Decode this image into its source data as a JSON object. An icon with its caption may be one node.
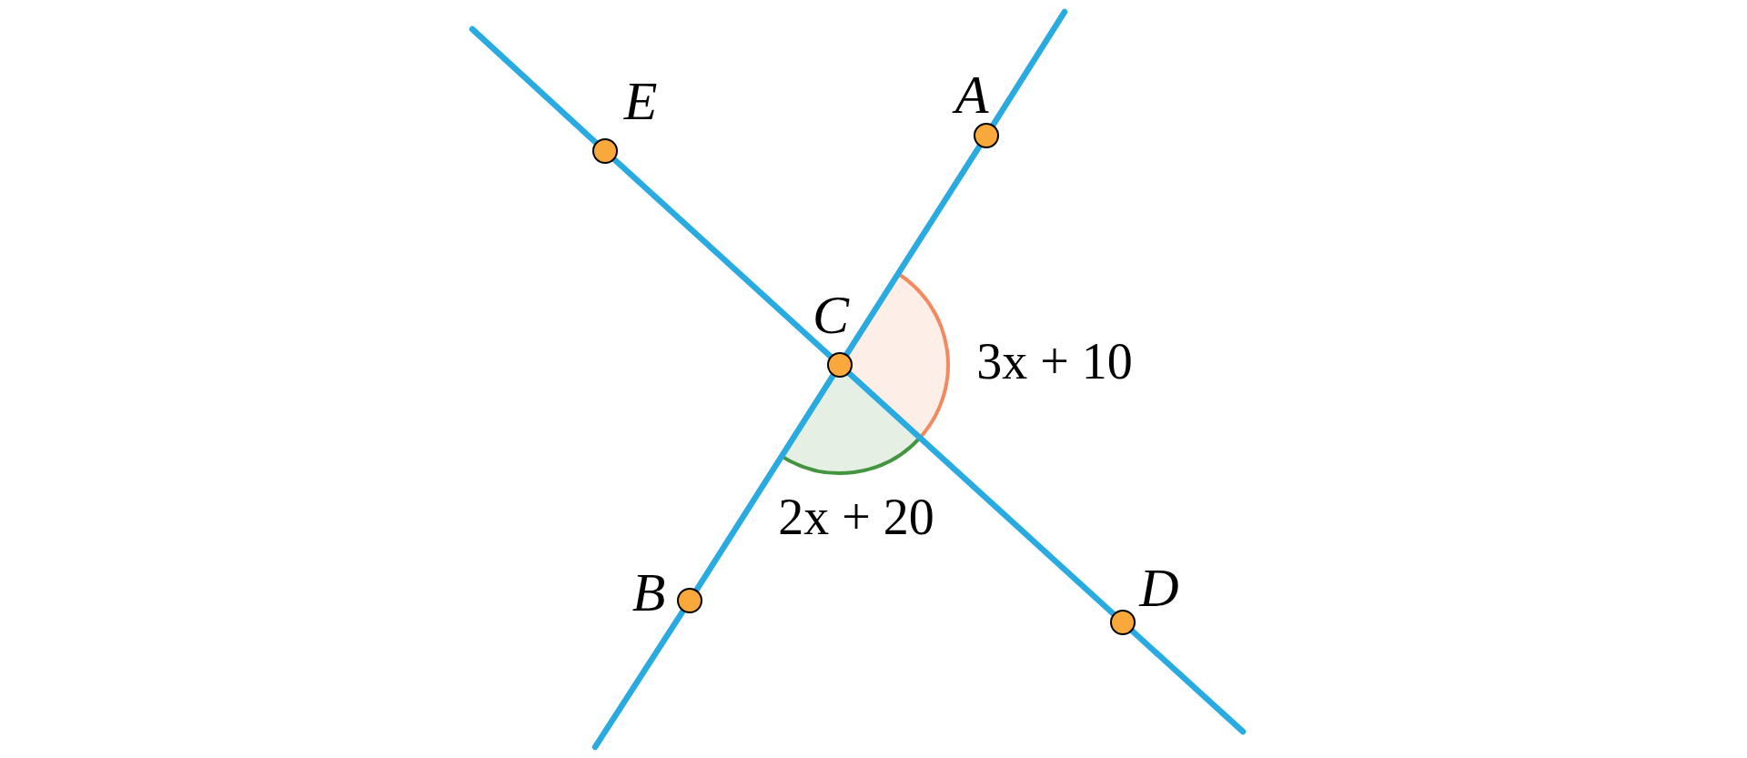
{
  "diagram": {
    "nodes": [
      {
        "text": [],
        "shape": "circle",
        "beside": [
          "E"
        ]
      },
      {
        "text": [],
        "shape": "circle",
        "beside": [
          "A"
        ]
      },
      {
        "text": [],
        "shape": "circle",
        "beside": [
          "C"
        ]
      },
      {
        "text": [],
        "shape": "circle",
        "beside": [
          "B"
        ]
      },
      {
        "text": [],
        "shape": "circle",
        "beside": [
          "D"
        ]
      }
    ],
    "edges": [
      {
        "from": null,
        "to": 0,
        "arrow": "none"
      },
      {
        "from": 0,
        "to": 2,
        "arrow": "none"
      },
      {
        "from": 2,
        "to": 4,
        "arrow": "none"
      },
      {
        "from": 4,
        "to": null,
        "arrow": "none"
      },
      {
        "from": null,
        "to": 1,
        "arrow": "none"
      },
      {
        "from": 1,
        "to": 2,
        "arrow": "none"
      },
      {
        "from": 2,
        "to": 3,
        "arrow": "none"
      },
      {
        "from": 3,
        "to": null,
        "arrow": "none"
      }
    ],
    "labels": [
      "3x + 10",
      "2x + 20"
    ]
  }
}
